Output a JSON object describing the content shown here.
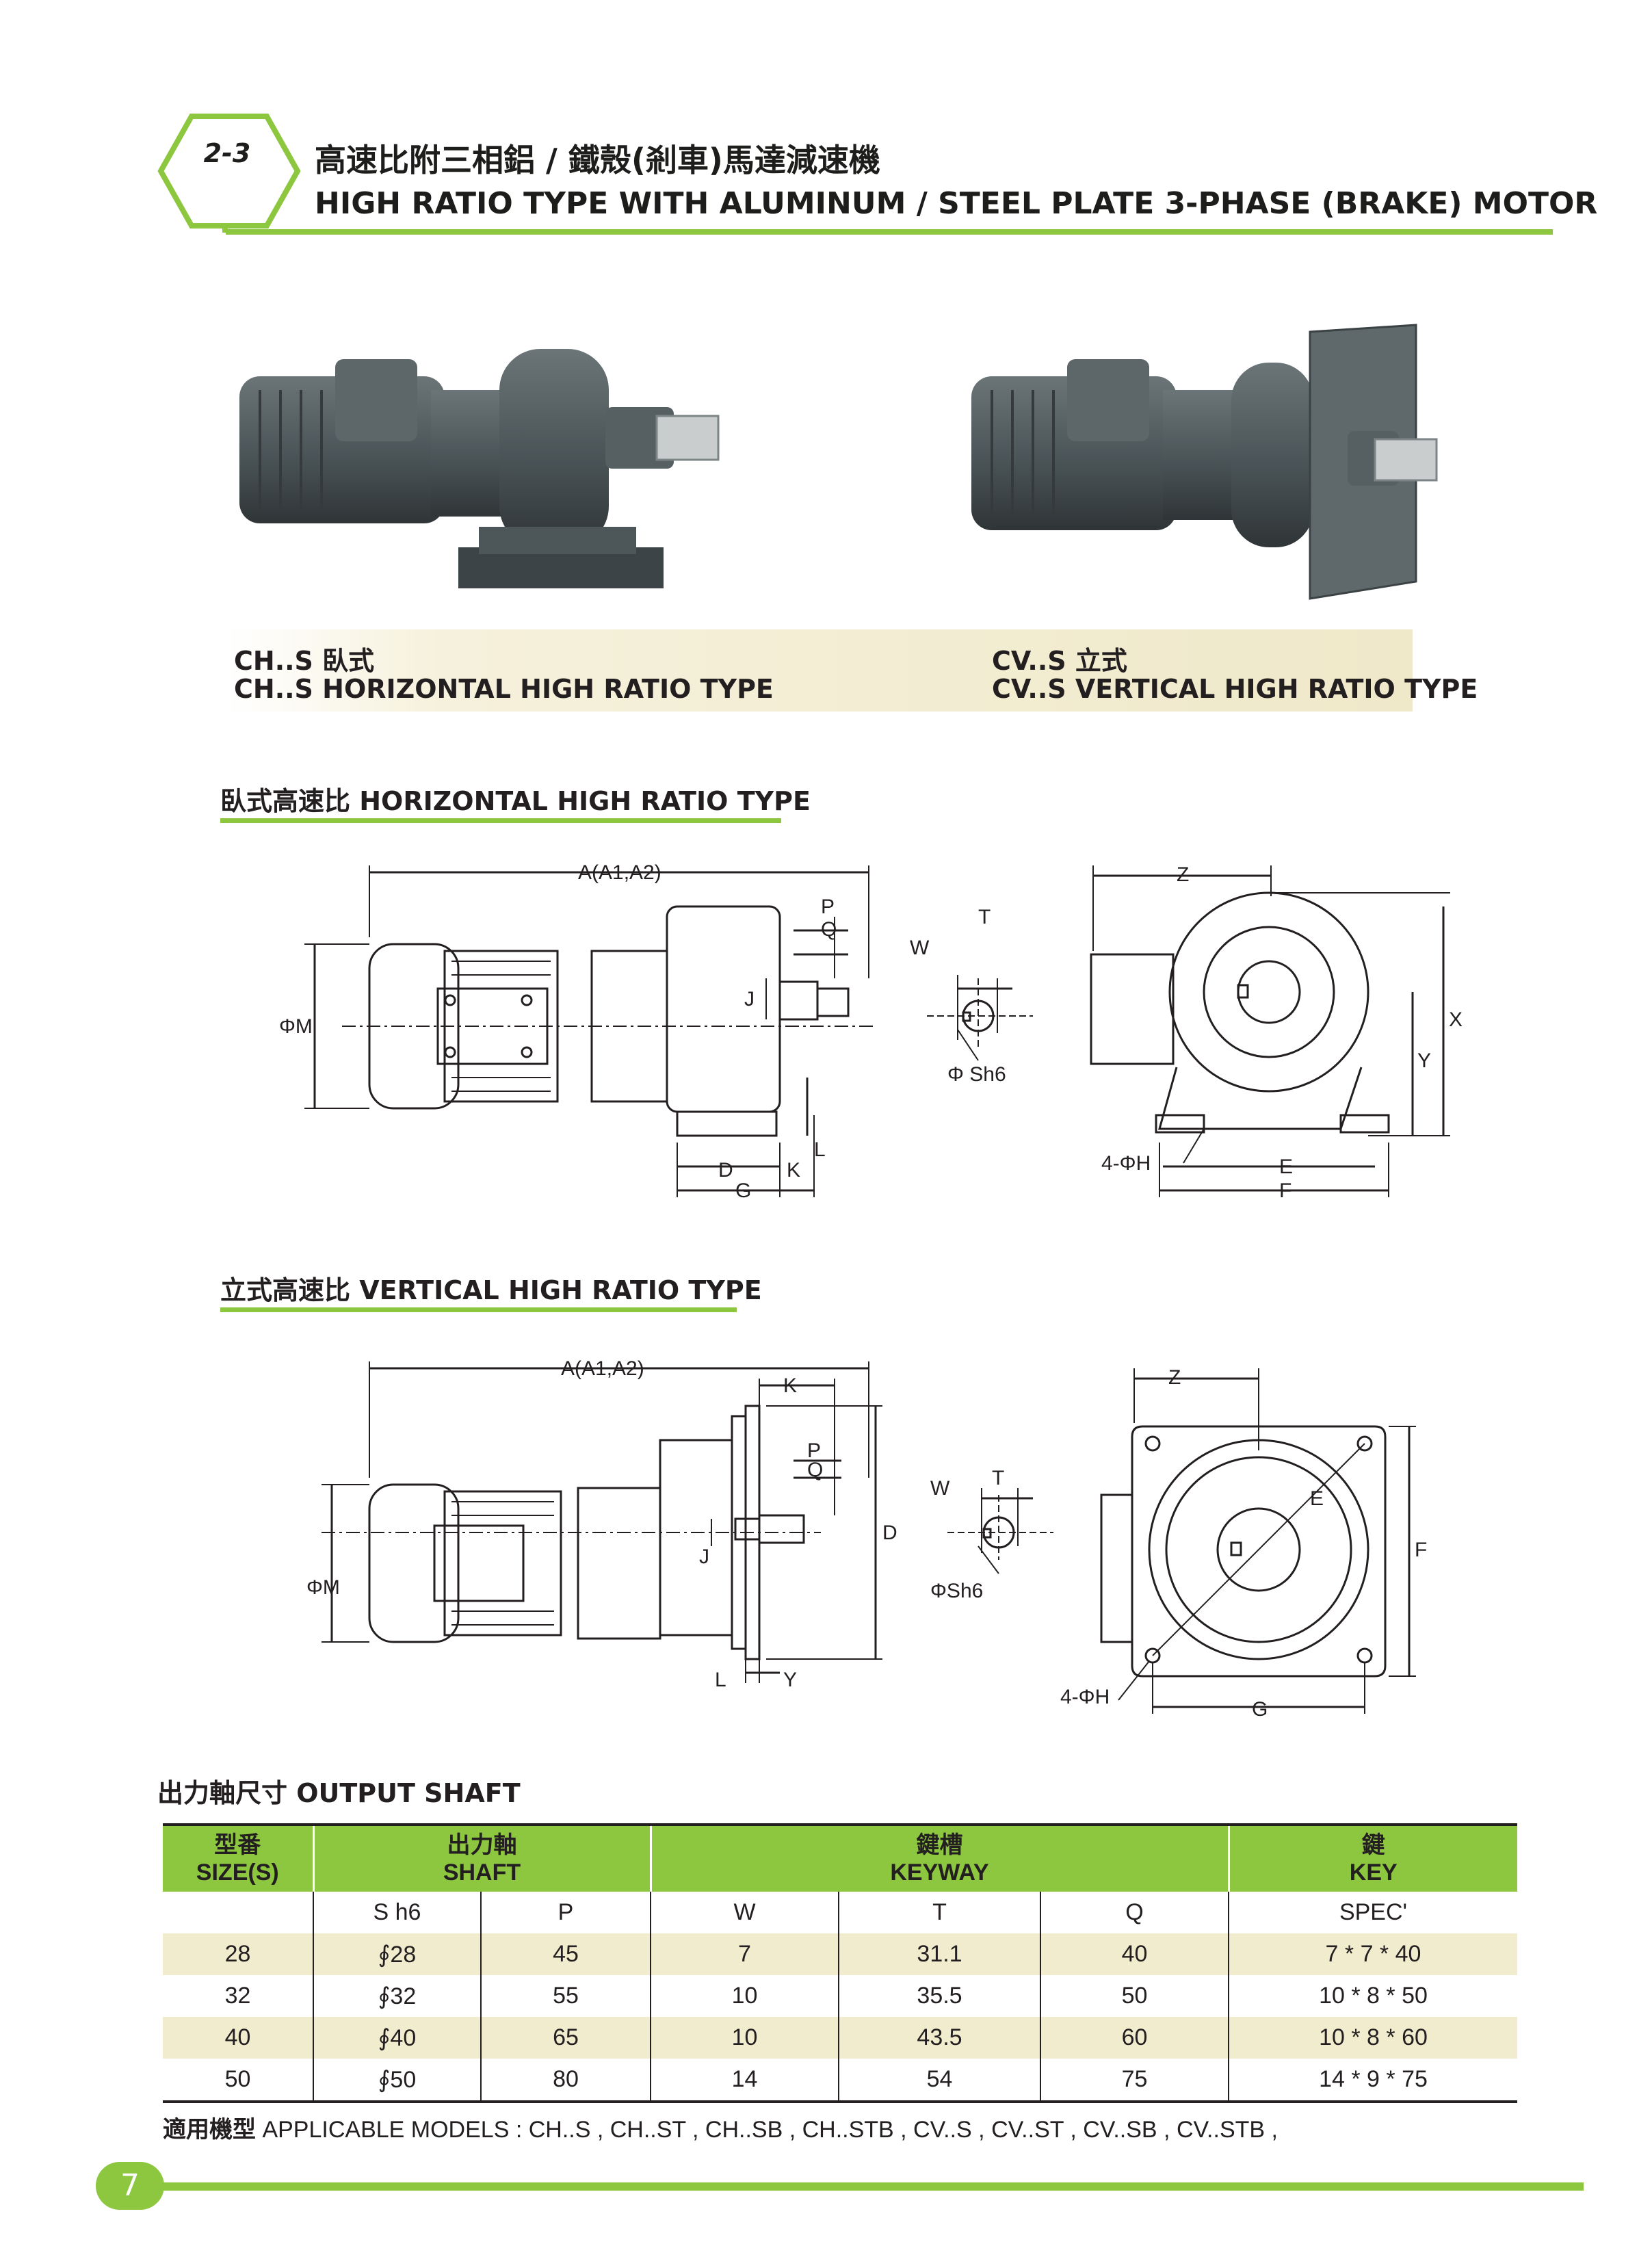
{
  "header": {
    "section_number": "2-3",
    "title_cn": "高速比附三相鋁 / 鐵殼(剎車)馬達減速機",
    "title_en": "HIGH RATIO TYPE WITH ALUMINUM / STEEL PLATE 3-PHASE (BRAKE) MOTOR"
  },
  "photos": {
    "left_caption_cn": "CH..S 臥式",
    "left_caption_en": "CH..S HORIZONTAL HIGH RATIO TYPE",
    "right_caption_cn": "CV..S 立式",
    "right_caption_en": "CV..S VERTICAL HIGH RATIO TYPE"
  },
  "horizontal_section": {
    "heading": "臥式高速比 HORIZONTAL HIGH RATIO TYPE",
    "labels": {
      "a": "A(A1,A2)",
      "p": "P",
      "q": "Q",
      "j": "J",
      "m": "ΦM",
      "d": "D",
      "g": "G",
      "k": "K",
      "l": "L",
      "w": "W",
      "t": "T",
      "sh6": "Φ Sh6",
      "z": "Z",
      "x": "X",
      "y": "Y",
      "h": "4-ΦH",
      "e": "E",
      "f": "F"
    }
  },
  "vertical_section": {
    "heading": "立式高速比 VERTICAL HIGH RATIO TYPE",
    "labels": {
      "a": "A(A1,A2)",
      "k": "K",
      "p": "P",
      "q": "Q",
      "d": "D",
      "j": "J",
      "m": "ΦM",
      "l": "L",
      "y": "Y",
      "w": "W",
      "t": "T",
      "sh6": "ΦSh6",
      "z": "Z",
      "e": "E",
      "f": "F",
      "h": "4-ΦH",
      "g": "G"
    }
  },
  "output_shaft": {
    "title": "出力軸尺寸  OUTPUT SHAFT",
    "header": {
      "size_cn": "型番",
      "size_en": "SIZE(S)",
      "shaft_cn": "出力軸",
      "shaft_en": "SHAFT",
      "keyway_cn": "鍵槽",
      "keyway_en": "KEYWAY",
      "key_cn": "鍵",
      "key_en": "KEY"
    },
    "subheader": [
      "",
      "S h6",
      "P",
      "W",
      "T",
      "Q",
      "SPEC'"
    ],
    "rows": [
      [
        "28",
        "∮28",
        "45",
        "7",
        "31.1",
        "40",
        "7 * 7 * 40"
      ],
      [
        "32",
        "∮32",
        "55",
        "10",
        "35.5",
        "50",
        "10 * 8 * 50"
      ],
      [
        "40",
        "∮40",
        "65",
        "10",
        "43.5",
        "60",
        "10 * 8 * 60"
      ],
      [
        "50",
        "∮50",
        "80",
        "14",
        "54",
        "75",
        "14 * 9 * 75"
      ]
    ],
    "applicable_label": "適用機型",
    "applicable_text": "APPLICABLE MODELS : CH..S , CH..ST , CH..SB , CH..STB , CV..S , CV..ST , CV..SB , CV..STB ,"
  },
  "footer": {
    "page_number": "7"
  },
  "colors": {
    "accent": "#8dc63f",
    "band": "#f2ecce",
    "motor": "#4d575a"
  }
}
